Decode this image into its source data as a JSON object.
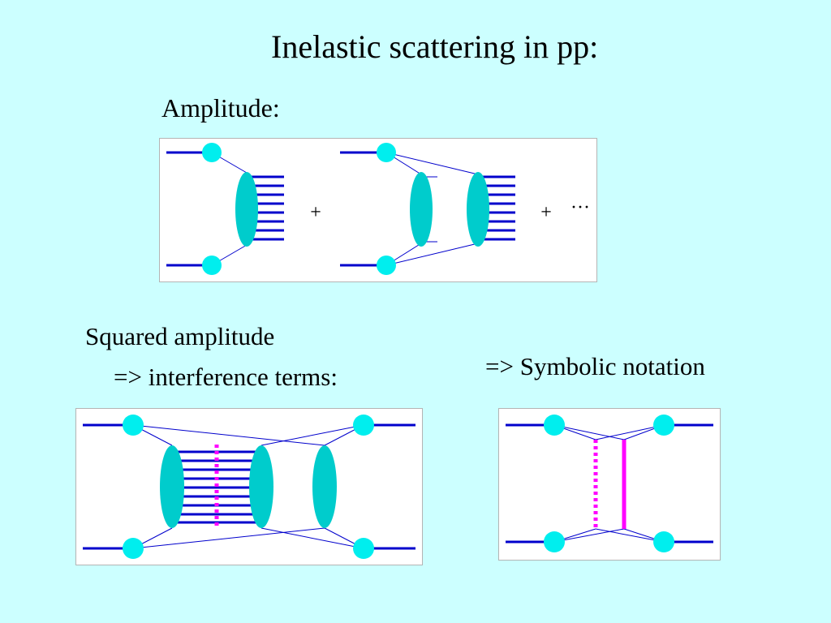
{
  "slide": {
    "title": "Inelastic scattering in pp:",
    "amplitude_label": "Amplitude:",
    "squared_label_line1": "Squared amplitude",
    "squared_label_line2": "=> interference terms:",
    "symbolic_label": "=> Symbolic notation"
  },
  "amplitude_diagram": {
    "plus_1": "+",
    "plus_2": "+",
    "ellipsis": "···"
  },
  "colors": {
    "background": "#ccffff",
    "panel": "#ffffff",
    "beam_line": "#0000cc",
    "blob": "#00cccc",
    "vertex": "#00eeee",
    "exchange": "#ff00ff"
  }
}
